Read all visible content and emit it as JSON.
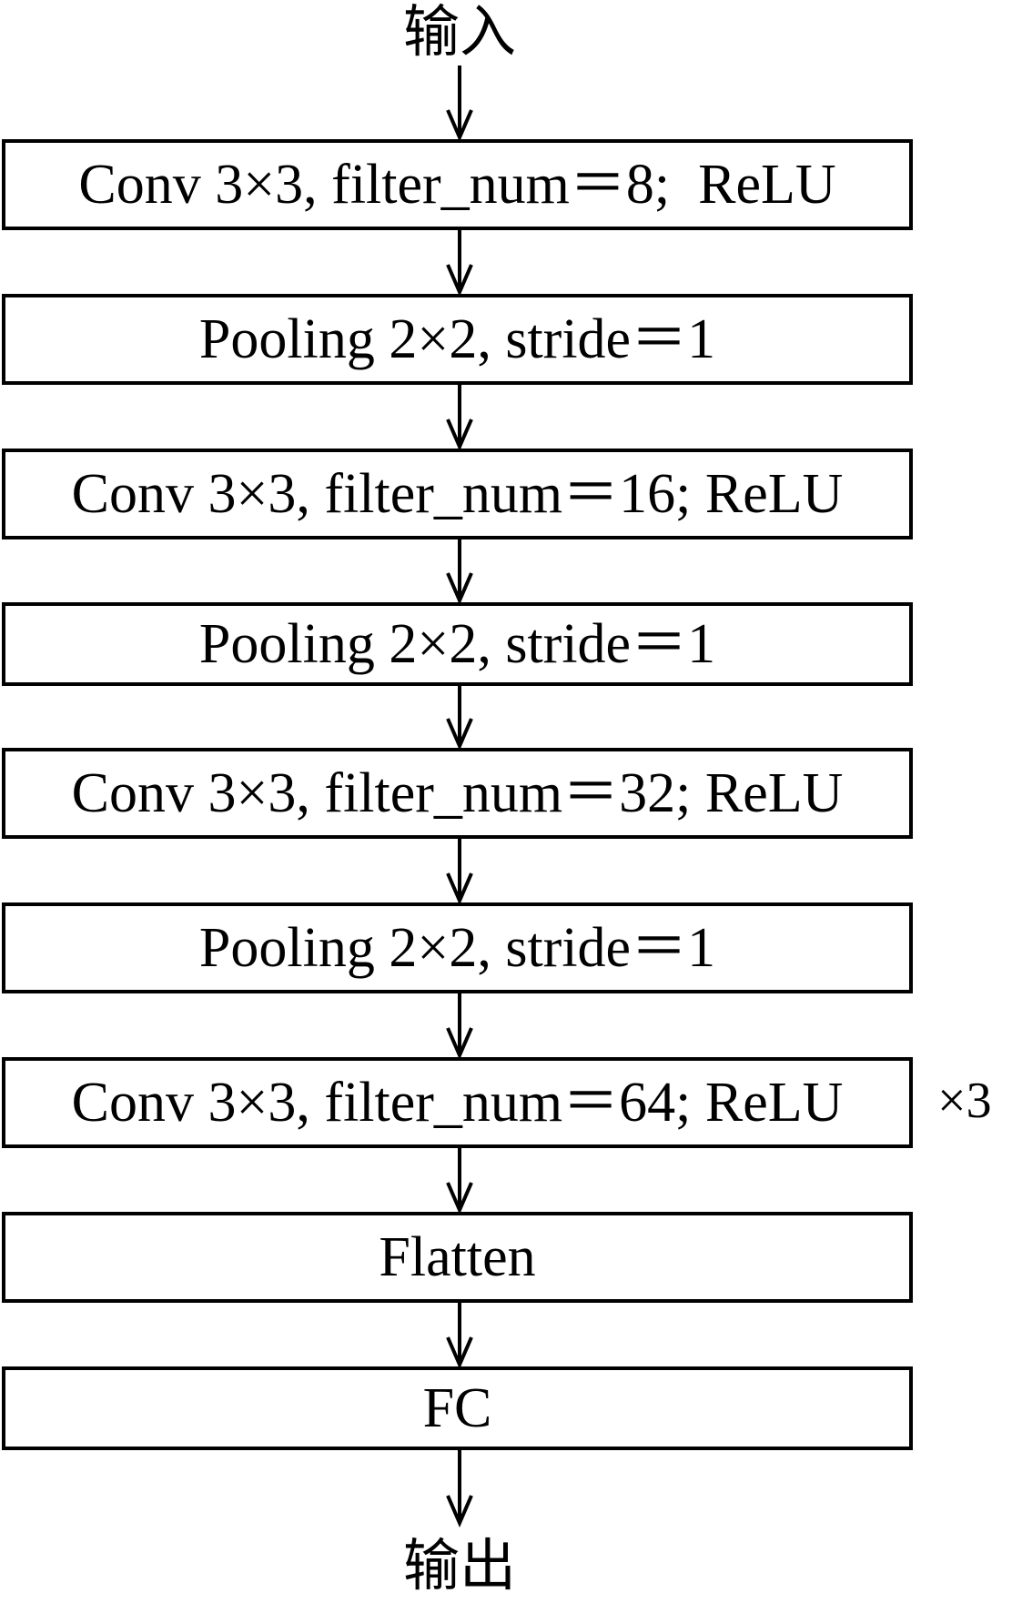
{
  "diagram": {
    "input_label": "输入",
    "output_label": "输出",
    "layers": [
      "Conv 3×3, filter_num＝8;  ReLU",
      "Pooling 2×2, stride＝1",
      "Conv 3×3, filter_num＝16; ReLU",
      "Pooling 2×2, stride＝1",
      "Conv 3×3, filter_num＝32; ReLU",
      "Pooling 2×2, stride＝1",
      "Conv 3×3, filter_num＝64; ReLU",
      "Flatten",
      "FC"
    ],
    "repeat_label": "×3",
    "colors": {
      "stroke": "#000000",
      "background": "#ffffff"
    }
  }
}
